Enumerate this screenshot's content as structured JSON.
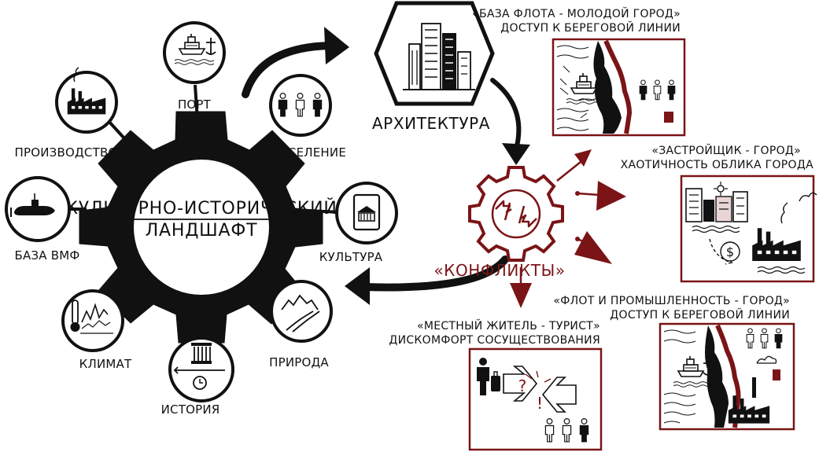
{
  "colors": {
    "ink": "#111111",
    "accent": "#7a1416",
    "paper": "#ffffff"
  },
  "center": {
    "line1": "КУЛЬТУРНО-ИСТОРИЧЕСКИЙ",
    "line2": "ЛАНДШАФТ"
  },
  "nodes": {
    "port": {
      "label": "ПОРТ",
      "icon": "ship-icon"
    },
    "population": {
      "label": "НАСЕЛЕНИЕ",
      "icon": "people-icon"
    },
    "culture": {
      "label": "КУЛЬТУРА",
      "icon": "museum-tablet-icon"
    },
    "nature": {
      "label": "ПРИРОДА",
      "icon": "mountains-river-icon"
    },
    "history": {
      "label": "ИСТОРИЯ",
      "icon": "column-timeline-icon"
    },
    "climate": {
      "label": "КЛИМАТ",
      "icon": "thermometer-graph-icon"
    },
    "navy": {
      "label": "БАЗА ВМФ",
      "icon": "submarine-icon"
    },
    "production": {
      "label": "ПРОИЗВОДСТВО",
      "icon": "factory-icon"
    }
  },
  "architecture": {
    "label": "АРХИТЕКТУРА",
    "icon": "city-buildings-icon"
  },
  "conflicts": {
    "label": "«КОНФЛИКТЫ»",
    "icon": "gear-conflict-icon"
  },
  "cases": {
    "fleet_city": {
      "title": "«БАЗА ФЛОТА - МОЛОДОЙ ГОРОД»",
      "subtitle": "ДОСТУП К БЕРЕГОВОЙ ЛИНИИ"
    },
    "developer_city": {
      "title": "«ЗАСТРОЙЩИК - ГОРОД»",
      "subtitle": "ХАОТИЧНОСТЬ ОБЛИКА ГОРОДА",
      "money_symbol": "$"
    },
    "fleet_industry_city": {
      "title": "«ФЛОТ И ПРОМЫШЛЕННОСТЬ - ГОРОД»",
      "subtitle": "ДОСТУП К БЕРЕГОВОЙ ЛИНИИ"
    },
    "resident_tourist": {
      "title": "«МЕСТНЫЙ ЖИТЕЛЬ - ТУРИСТ»",
      "subtitle": "ДИСКОМФОРТ СОСУЩЕСТВОВАНИЯ",
      "question": "?",
      "exclamation": "!"
    }
  }
}
